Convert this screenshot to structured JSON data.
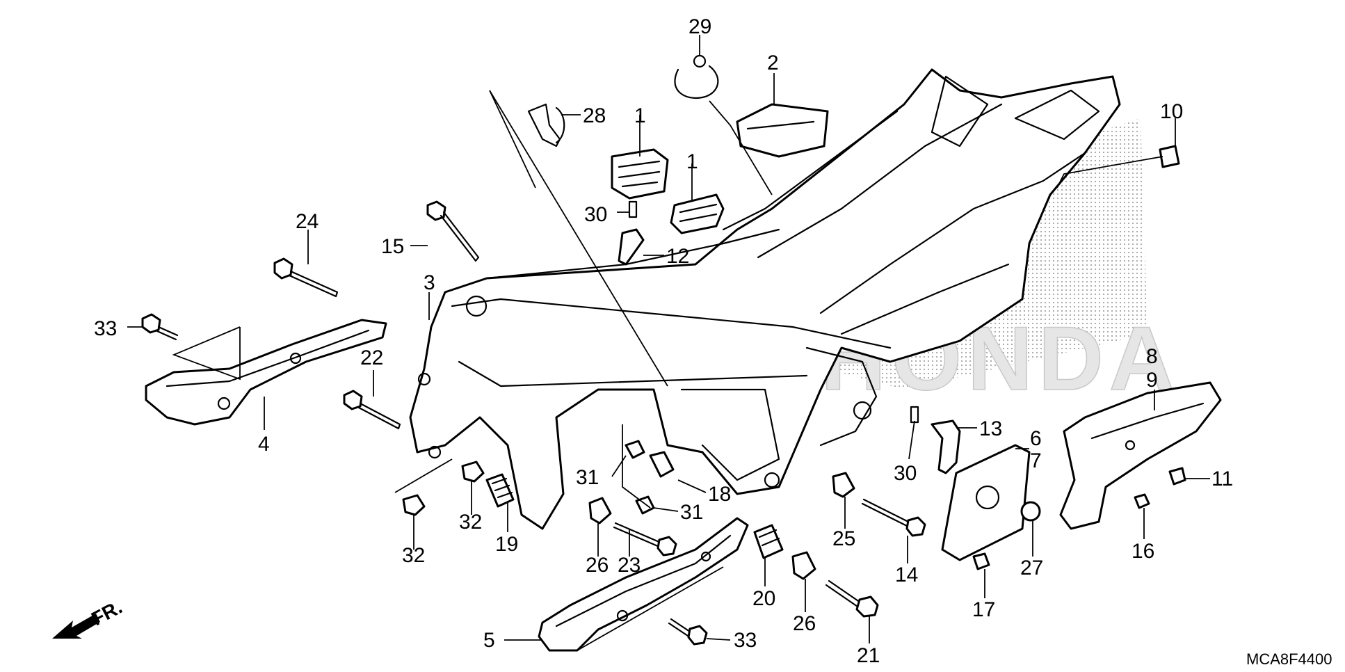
{
  "diagram": {
    "callouts": [
      {
        "id": "c29",
        "label": "29"
      },
      {
        "id": "c2",
        "label": "2"
      },
      {
        "id": "c28",
        "label": "28"
      },
      {
        "id": "c1a",
        "label": "1"
      },
      {
        "id": "c1b",
        "label": "1"
      },
      {
        "id": "c10",
        "label": "10"
      },
      {
        "id": "c30a",
        "label": "30"
      },
      {
        "id": "c12",
        "label": "12"
      },
      {
        "id": "c24",
        "label": "24"
      },
      {
        "id": "c15",
        "label": "15"
      },
      {
        "id": "c3",
        "label": "3"
      },
      {
        "id": "c33a",
        "label": "33"
      },
      {
        "id": "c22",
        "label": "22"
      },
      {
        "id": "c4",
        "label": "4"
      },
      {
        "id": "c8",
        "label": "8"
      },
      {
        "id": "c9",
        "label": "9"
      },
      {
        "id": "c13",
        "label": "13"
      },
      {
        "id": "c6",
        "label": "6"
      },
      {
        "id": "c7",
        "label": "7"
      },
      {
        "id": "c11",
        "label": "11"
      },
      {
        "id": "c30b",
        "label": "30"
      },
      {
        "id": "c31a",
        "label": "31"
      },
      {
        "id": "c18",
        "label": "18"
      },
      {
        "id": "c31b",
        "label": "31"
      },
      {
        "id": "c32a",
        "label": "32"
      },
      {
        "id": "c19",
        "label": "19"
      },
      {
        "id": "c32b",
        "label": "32"
      },
      {
        "id": "c25",
        "label": "25"
      },
      {
        "id": "c14",
        "label": "14"
      },
      {
        "id": "c27",
        "label": "27"
      },
      {
        "id": "c16",
        "label": "16"
      },
      {
        "id": "c26a",
        "label": "26"
      },
      {
        "id": "c23",
        "label": "23"
      },
      {
        "id": "c20",
        "label": "20"
      },
      {
        "id": "c26b",
        "label": "26"
      },
      {
        "id": "c17",
        "label": "17"
      },
      {
        "id": "c21",
        "label": "21"
      },
      {
        "id": "c5",
        "label": "5"
      },
      {
        "id": "c33b",
        "label": "33"
      }
    ],
    "front_arrow_label": "FR.",
    "diagram_code": "MCA8F4400",
    "watermark_text": "HONDA"
  }
}
